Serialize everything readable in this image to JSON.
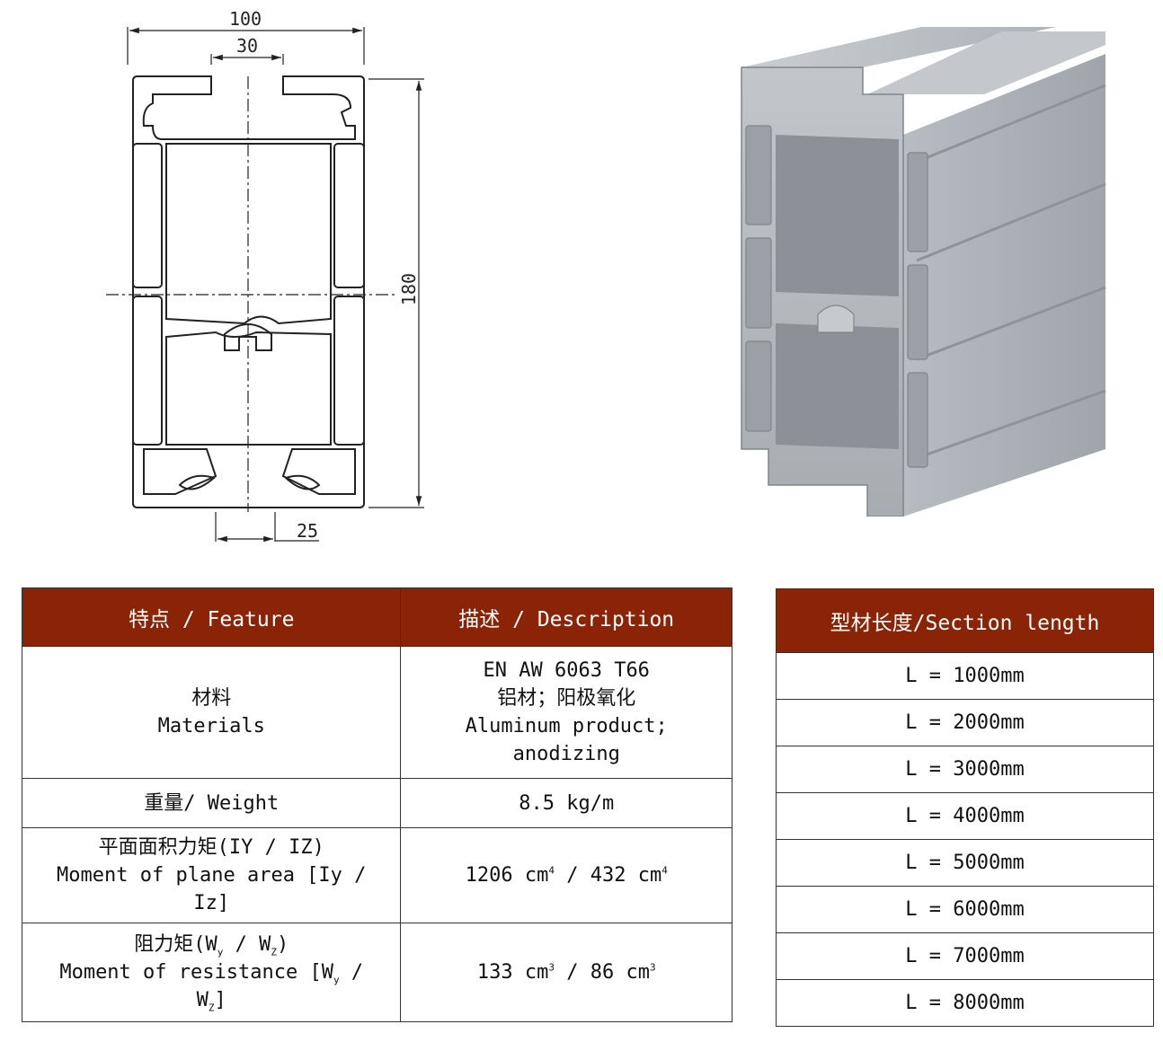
{
  "drawing": {
    "dims": {
      "overall_width": "100",
      "slot_width": "30",
      "height": "180",
      "bottom_offset": "25"
    }
  },
  "spec_table": {
    "headers": [
      "特点 / Feature",
      "描述 / Description"
    ],
    "rows": [
      {
        "feature": [
          "材料",
          "Materials"
        ],
        "description": [
          "EN AW 6063 T66",
          "铝材；阳极氧化",
          "Aluminum product;",
          "anodizing"
        ]
      },
      {
        "feature": [
          "重量/ Weight"
        ],
        "description": [
          "8.5 kg/m"
        ]
      },
      {
        "feature": [
          "平面面积力矩(IY / IZ)",
          "Moment of plane area [Iy /",
          "Iz]"
        ],
        "description": {
          "iy": "1206",
          "iz": "432",
          "unit": "cm",
          "exp": "4"
        }
      },
      {
        "feature": {
          "cn": "阻力矩",
          "en": "Moment of resistance",
          "w": "W",
          "y": "y",
          "z": "Z"
        },
        "description": {
          "wy": "133",
          "wz": "86",
          "unit": "cm",
          "exp": "3"
        }
      }
    ]
  },
  "length_table": {
    "header": "型材长度/Section length",
    "rows": [
      "L = 1000mm",
      "L = 2000mm",
      "L = 3000mm",
      "L = 4000mm",
      "L = 5000mm",
      "L = 6000mm",
      "L = 7000mm",
      "L = 8000mm"
    ]
  },
  "colors": {
    "header_bg": "#8b2406",
    "header_text": "#ffffff",
    "aluminum": "#b4b9bf"
  }
}
